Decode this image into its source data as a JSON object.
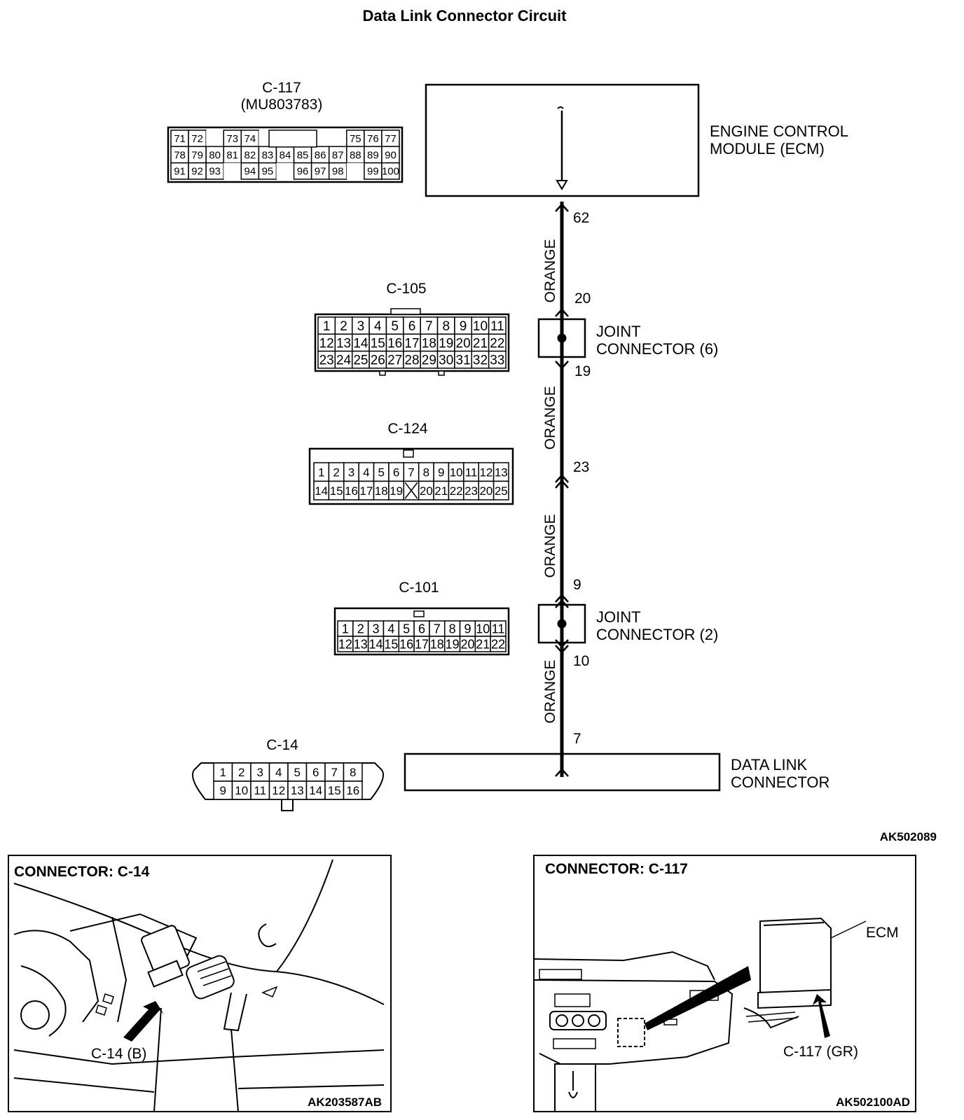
{
  "title": "Data Link Connector Circuit",
  "figure_id": "AK502089",
  "ecm": {
    "label_line1": "ENGINE CONTROL",
    "label_line2": "MODULE (ECM)",
    "pin": "62"
  },
  "wires": [
    {
      "color_label": "ORANGE"
    },
    {
      "color_label": "ORANGE"
    },
    {
      "color_label": "ORANGE"
    },
    {
      "color_label": "ORANGE"
    }
  ],
  "joint_connector_6": {
    "label_line1": "JOINT",
    "label_line2": "CONNECTOR (6)",
    "pin_top": "20",
    "pin_bottom": "19"
  },
  "inline_c124": {
    "pin": "23"
  },
  "joint_connector_2": {
    "label_line1": "JOINT",
    "label_line2": "CONNECTOR (2)",
    "pin_top": "9",
    "pin_bottom": "10"
  },
  "dlc": {
    "label_line1": "DATA LINK",
    "label_line2": "CONNECTOR",
    "pin": "7"
  },
  "connectors": {
    "c117": {
      "name": "C-117",
      "part": "(MU803783)",
      "rows": [
        [
          "71",
          "72",
          "",
          "73",
          "74",
          "",
          "",
          "",
          "",
          "",
          "75",
          "76",
          "77"
        ],
        [
          "78",
          "79",
          "80",
          "81",
          "82",
          "83",
          "84",
          "85",
          "86",
          "87",
          "88",
          "89",
          "90"
        ],
        [
          "91",
          "92",
          "93",
          "",
          "94",
          "95",
          "",
          "96",
          "97",
          "98",
          "",
          "99",
          "100"
        ]
      ]
    },
    "c105": {
      "name": "C-105",
      "rows": [
        [
          "1",
          "2",
          "3",
          "4",
          "5",
          "6",
          "7",
          "8",
          "9",
          "10",
          "11"
        ],
        [
          "12",
          "13",
          "14",
          "15",
          "16",
          "17",
          "18",
          "19",
          "20",
          "21",
          "22"
        ],
        [
          "23",
          "24",
          "25",
          "26",
          "27",
          "28",
          "29",
          "30",
          "31",
          "32",
          "33"
        ]
      ]
    },
    "c124": {
      "name": "C-124",
      "rows": [
        [
          "1",
          "2",
          "3",
          "4",
          "5",
          "6",
          "7",
          "8",
          "9",
          "10",
          "11",
          "12",
          "13"
        ],
        [
          "14",
          "15",
          "16",
          "17",
          "18",
          "19",
          "",
          "20",
          "21",
          "22",
          "23",
          "20",
          "25"
        ]
      ]
    },
    "c101": {
      "name": "C-101",
      "rows": [
        [
          "1",
          "2",
          "3",
          "4",
          "5",
          "6",
          "7",
          "8",
          "9",
          "10",
          "11"
        ],
        [
          "12",
          "13",
          "14",
          "15",
          "16",
          "17",
          "18",
          "19",
          "20",
          "21",
          "22"
        ]
      ]
    },
    "c14": {
      "name": "C-14",
      "rows": [
        [
          "1",
          "2",
          "3",
          "4",
          "5",
          "6",
          "7",
          "8"
        ],
        [
          "9",
          "10",
          "11",
          "12",
          "13",
          "14",
          "15",
          "16"
        ]
      ]
    }
  },
  "panels": {
    "left": {
      "title": "CONNECTOR: C-14",
      "callout": "C-14 (B)",
      "figure_id": "AK203587AB"
    },
    "right": {
      "title": "CONNECTOR: C-117",
      "ecm_label": "ECM",
      "callout": "C-117 (GR)",
      "figure_id": "AK502100AD"
    }
  }
}
